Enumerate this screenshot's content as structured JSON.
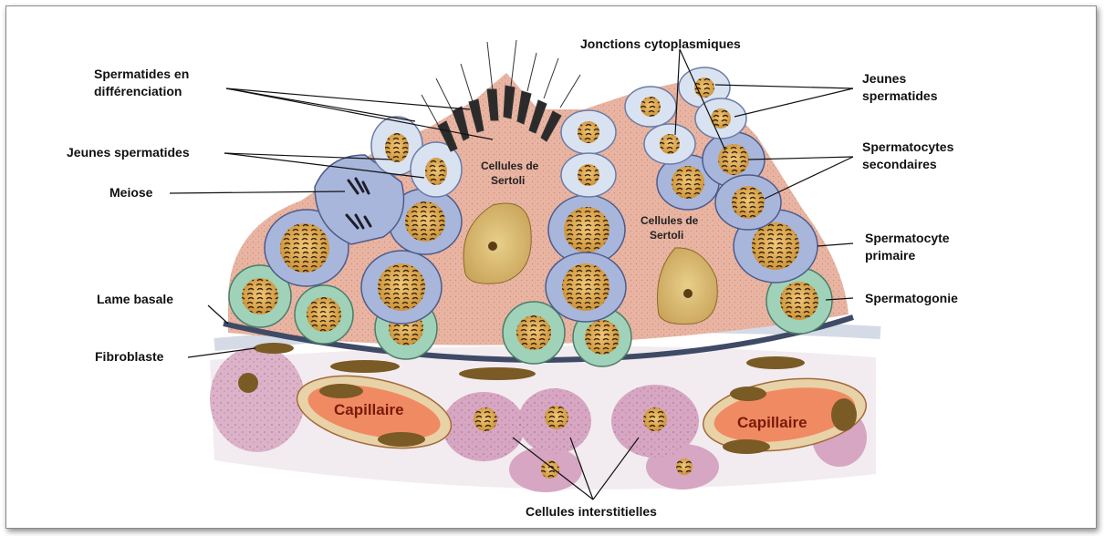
{
  "labels": {
    "spermatides_diff_1": "Spermatides en",
    "spermatides_diff_2": "différenciation",
    "jonctions": "Jonctions cytoplasmiques",
    "jeunes_spermatides_left": "Jeunes spermatides",
    "jeunes_spermatides_right_1": "Jeunes",
    "jeunes_spermatides_right_2": "spermatides",
    "meiose": "Meiose",
    "spermatocytes_sec_1": "Spermatocytes",
    "spermatocytes_sec_2": "secondaires",
    "sertoli_a_1": "Cellules de",
    "sertoli_a_2": "Sertoli",
    "sertoli_b_1": "Cellules de",
    "sertoli_b_2": "Sertoli",
    "spermatocyte_prim_1": "Spermatocyte",
    "spermatocyte_prim_2": "primaire",
    "lame_basale": "Lame basale",
    "spermatogonie": "Spermatogonie",
    "fibroblaste": "Fibroblaste",
    "capillaire_left": "Capillaire",
    "capillaire_right": "Capillaire",
    "interstitielles": "Cellules interstitielles"
  },
  "colors": {
    "sertoli_cytoplasm": "#e9b4a2",
    "spermatocyte_cell": "#a9b6dc",
    "spermatogonia_cell": "#9fd2b8",
    "nucleus": "#e3b35c",
    "capillary": "#f08a62",
    "interstitial": "#d7a6c2",
    "spermatid_cell": "#d9e2f1"
  }
}
